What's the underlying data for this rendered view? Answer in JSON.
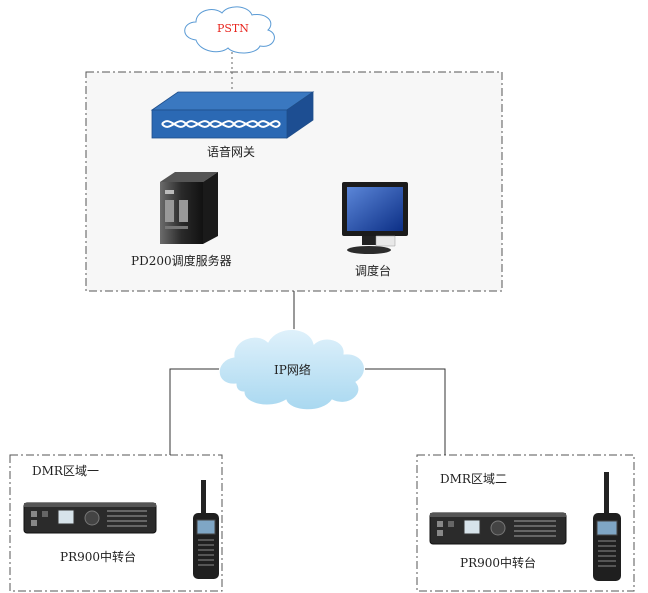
{
  "pstn": {
    "label": "PSTN"
  },
  "gateway": {
    "label": "语音网关"
  },
  "server": {
    "label": "PD200调度服务器"
  },
  "console": {
    "label": "调度台"
  },
  "ip_network": {
    "label": "IP网络"
  },
  "region1": {
    "title": "DMR区域一",
    "repeater_label": "PR900中转台"
  },
  "region2": {
    "title": "DMR区域二",
    "repeater_label": "PR900中转台"
  }
}
